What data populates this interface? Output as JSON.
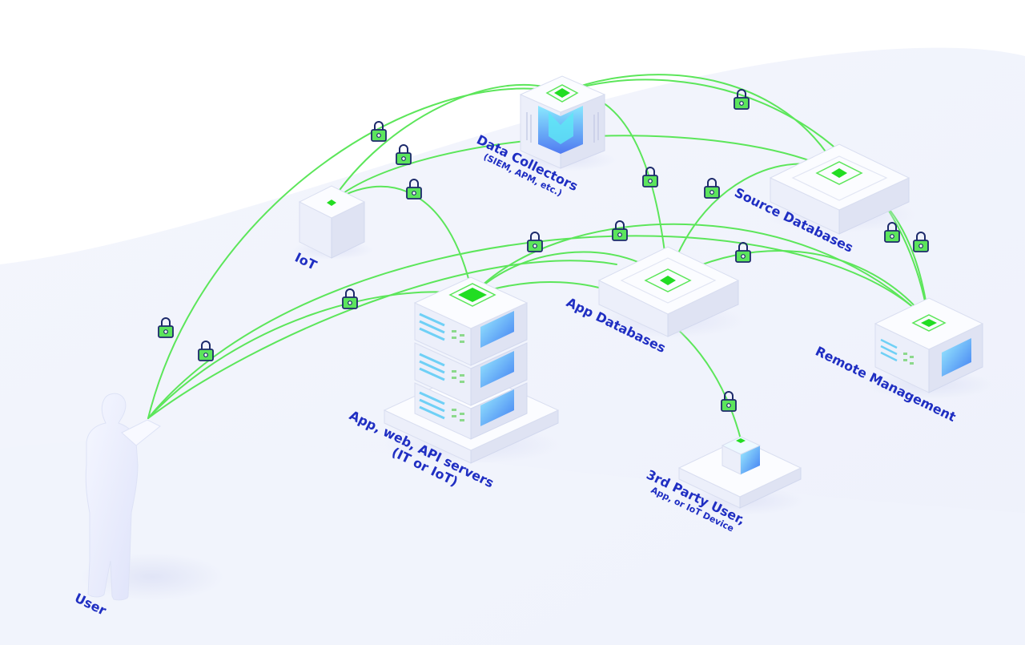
{
  "title": "",
  "colors": {
    "link": "#5ce65a",
    "label": "#1f2ec2",
    "lock_fill": "#5ce45c",
    "lock_stroke": "#1d2a6b",
    "node": "#22dd22"
  },
  "labels": {
    "user": "User",
    "iot": "IoT",
    "data_collectors": "Data Collectors",
    "data_collectors_sub": "(SIEM, APM, etc.)",
    "source_databases": "Source Databases",
    "app_databases": "App Databases",
    "remote_management": "Remote Management",
    "servers_line1": "App, web, API servers",
    "servers_line2": "(IT or IoT)",
    "third_party_line1": "3rd Party User,",
    "third_party_line2": "App, or IoT Device"
  },
  "icons": [
    "user-figure-icon",
    "iot-device-icon",
    "data-collector-icon",
    "database-icon",
    "server-stack-icon",
    "remote-server-icon",
    "third-party-device-icon",
    "lock-icon"
  ]
}
